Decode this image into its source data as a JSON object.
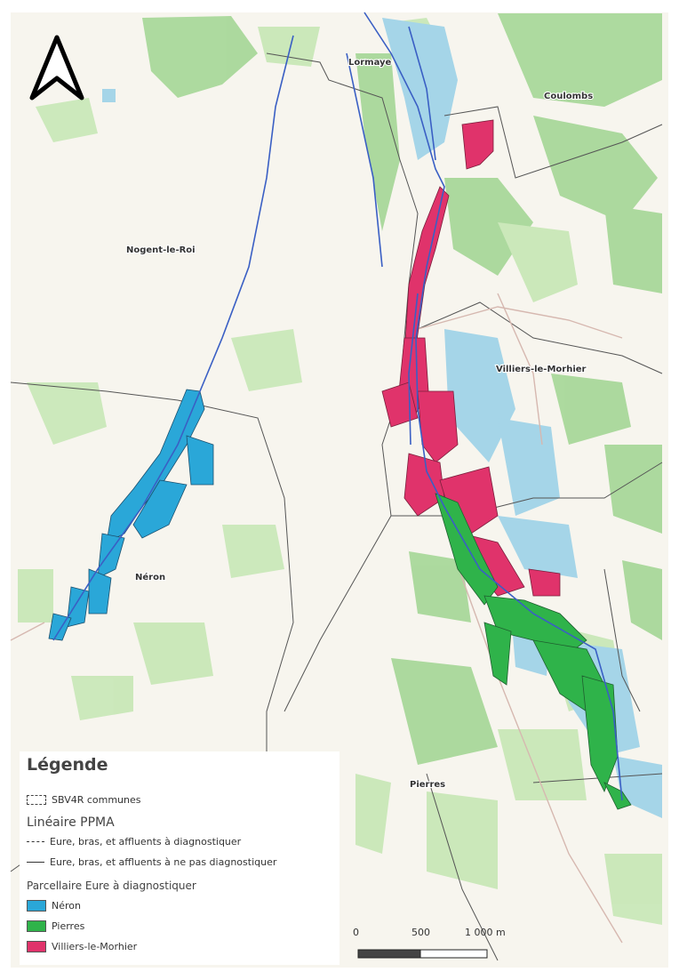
{
  "map": {
    "north_arrow": "north-arrow-icon",
    "places": [
      {
        "name": "Lormaye"
      },
      {
        "name": "Coulombs"
      },
      {
        "name": "Nogent-le-Roi"
      },
      {
        "name": "Villiers-le-Morhier"
      },
      {
        "name": "Néron"
      },
      {
        "name": "Pierres"
      }
    ]
  },
  "legend": {
    "title": "Légende",
    "communes": {
      "label": "SBV4R communes"
    },
    "lineaire": {
      "heading": "Linéaire PPMA",
      "items": [
        {
          "label": "Eure, bras, et affluents à diagnostiquer"
        },
        {
          "label": "Eure, bras, et affluents à ne pas diagnostiquer"
        }
      ]
    },
    "parcellaire": {
      "heading": "Parcellaire Eure à diagnostiquer",
      "items": [
        {
          "label": "Néron",
          "color": "#2aa7d8"
        },
        {
          "label": "Pierres",
          "color": "#2fb34a"
        },
        {
          "label": "Villiers-le-Morhier",
          "color": "#e0336b"
        }
      ]
    }
  },
  "scale_bar": {
    "labels": [
      "0",
      "500",
      "1 000 m"
    ]
  },
  "colors": {
    "background": "#f7f5ee",
    "forest": "#a9d89a",
    "forest_light": "#c9e8b8",
    "wetland": "#a5d5e8",
    "river": "#3a5fc4",
    "boundary": "#555555"
  }
}
